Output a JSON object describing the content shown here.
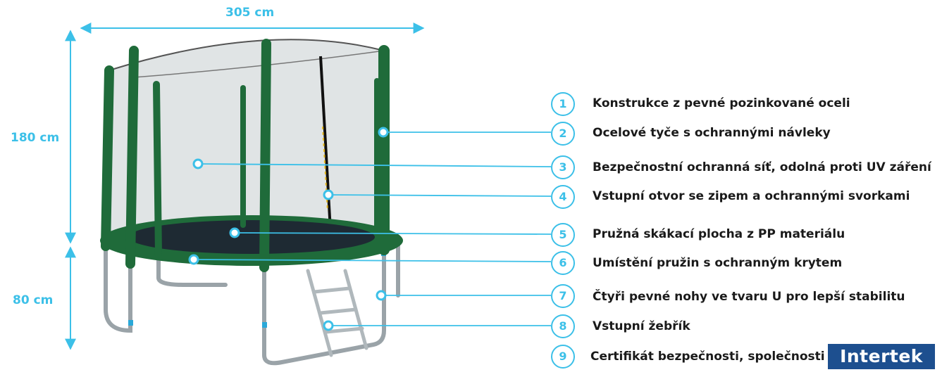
{
  "dimensions": {
    "width": "305 cm",
    "net_height": "180 cm",
    "leg_height": "80 cm"
  },
  "features": [
    {
      "number": "1",
      "label": "Konstrukce z pevné pozinkované oceli"
    },
    {
      "number": "2",
      "label": "Ocelové tyče s ochrannými návleky"
    },
    {
      "number": "3",
      "label": "Bezpečnostní ochranná síť, odolná proti UV záření"
    },
    {
      "number": "4",
      "label": "Vstupní otvor se zipem a ochrannými svorkami"
    },
    {
      "number": "5",
      "label": "Pružná skákací plocha z PP materiálu"
    },
    {
      "number": "6",
      "label": "Umístění pružin s ochranným krytem"
    },
    {
      "number": "7",
      "label": "Čtyři pevné nohy ve tvaru U pro lepší stabilitu"
    },
    {
      "number": "8",
      "label": "Vstupní žebřík"
    },
    {
      "number": "9",
      "label": "Certifikát bezpečnosti, společnosti"
    }
  ],
  "certification_logo": "Intertek",
  "colors": {
    "accent": "#3cc0e8",
    "frame_green": "#1f6b3a",
    "mat": "#1e2a33",
    "logo_blue": "#1d4f8f"
  }
}
